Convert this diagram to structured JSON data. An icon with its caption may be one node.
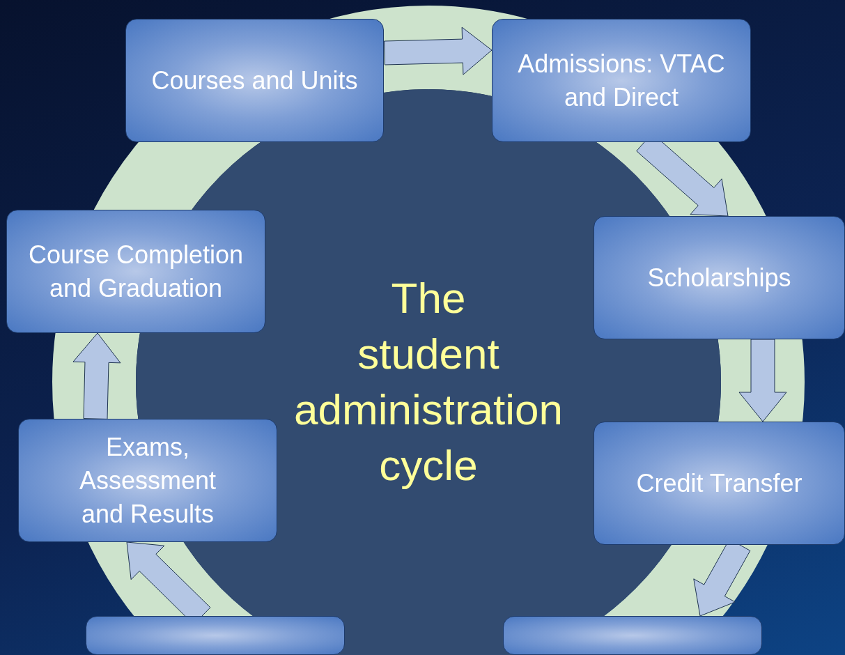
{
  "diagram": {
    "nodes": [
      {
        "text": [
          "Courses and Units"
        ]
      },
      {
        "text": [
          "Admissions: VTAC and Direct"
        ]
      },
      {
        "text": [
          "Scholarships"
        ]
      },
      {
        "text": [
          "Credit Transfer"
        ]
      },
      {
        "text": [],
        "shape": "box"
      },
      {
        "text": [],
        "shape": "box"
      },
      {
        "text": [
          "Exams, Assessment and Results"
        ]
      },
      {
        "text": [
          "Course Completion and Graduation"
        ]
      },
      {
        "text": [
          "The student administration cycle"
        ]
      }
    ],
    "edges": [
      {
        "from": 0,
        "to": 1,
        "arrow": "to"
      },
      {
        "from": 1,
        "to": 2,
        "arrow": "to"
      },
      {
        "from": 2,
        "to": 3,
        "arrow": "to"
      },
      {
        "from": 3,
        "to": 5,
        "arrow": "to"
      },
      {
        "from": 4,
        "to": 6,
        "arrow": "to"
      },
      {
        "from": 6,
        "to": 7,
        "arrow": "to"
      }
    ]
  }
}
